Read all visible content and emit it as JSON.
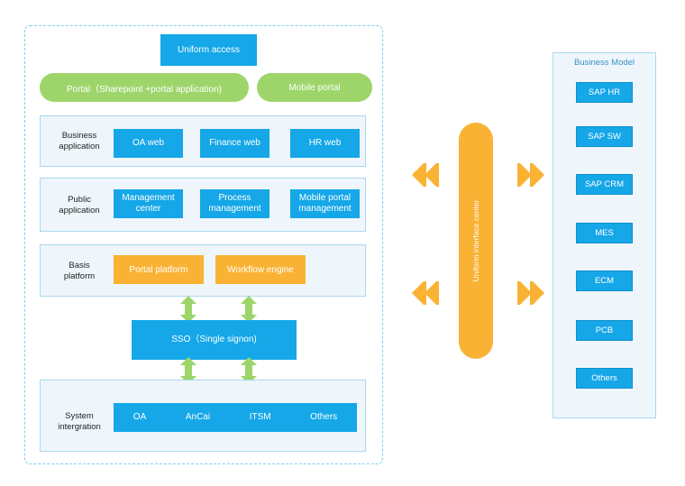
{
  "top": {
    "uniform_access": "Uniform access",
    "portal": "Portal（Sharepoint +portal application)",
    "mobile_portal": "Mobile portal"
  },
  "business_application": {
    "label_line1": "Business",
    "label_line2": "application",
    "items": [
      "OA web",
      "Finance web",
      "HR web"
    ]
  },
  "public_application": {
    "label_line1": "Public",
    "label_line2": "application",
    "items": [
      {
        "line1": "Management",
        "line2": "center"
      },
      {
        "line1": "Process",
        "line2": "management"
      },
      {
        "line1": "Mobile portal",
        "line2": "management"
      }
    ]
  },
  "basis_platform": {
    "label_line1": "Basis",
    "label_line2": "platform",
    "items": [
      "Portal platform",
      "Workflow engine"
    ]
  },
  "sso": "SSO（Single signon)",
  "system_integration": {
    "label_line1": "System",
    "label_line2": "intergration",
    "items": [
      "OA",
      "AnCai",
      "ITSM",
      "Others"
    ]
  },
  "center": {
    "label": "Uniform interface center"
  },
  "business_model": {
    "title": "Business Model",
    "items": [
      "SAP HR",
      "SAP SW",
      "SAP CRM",
      "MES",
      "ECM",
      "PCB",
      "Others"
    ]
  },
  "colors": {
    "blue": "#15a7e8",
    "orange": "#f9b234",
    "green": "#9dd56a",
    "panel": "#eef6fc",
    "border": "#7fd0ec"
  }
}
